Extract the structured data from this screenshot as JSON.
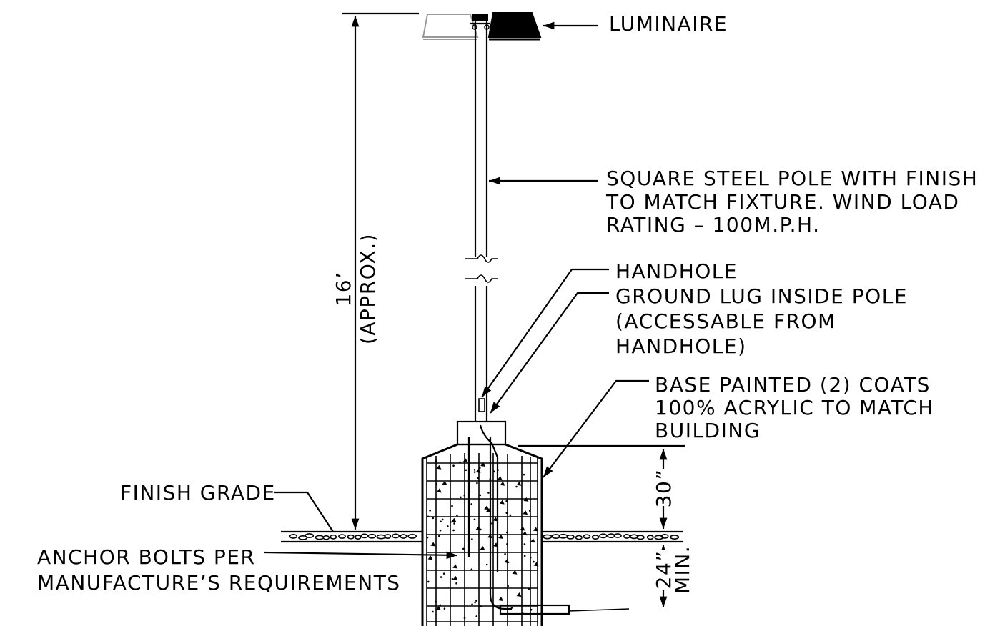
{
  "labels": {
    "luminaire": "LUMINAIRE",
    "pole": [
      "SQUARE STEEL POLE WITH FINISH",
      "TO MATCH FIXTURE. WIND LOAD",
      "RATING – 100M.P.H."
    ],
    "handhole": "HANDHOLE",
    "ground_lug": [
      "GROUND LUG INSIDE POLE",
      "(ACCESSABLE FROM",
      "HANDHOLE)"
    ],
    "base_paint": [
      "BASE PAINTED (2) COATS",
      "100% ACRYLIC TO MATCH",
      "BUILDING"
    ],
    "finish_grade": "FINISH GRADE",
    "anchor_bolts": [
      "ANCHOR BOLTS PER",
      "MANUFACTURE’S REQUIREMENTS"
    ]
  },
  "dimensions": {
    "height_value": "16’",
    "height_note": "(APPROX.)",
    "above_grade": "30”",
    "below_grade": "24”",
    "below_grade_note": "MIN."
  }
}
